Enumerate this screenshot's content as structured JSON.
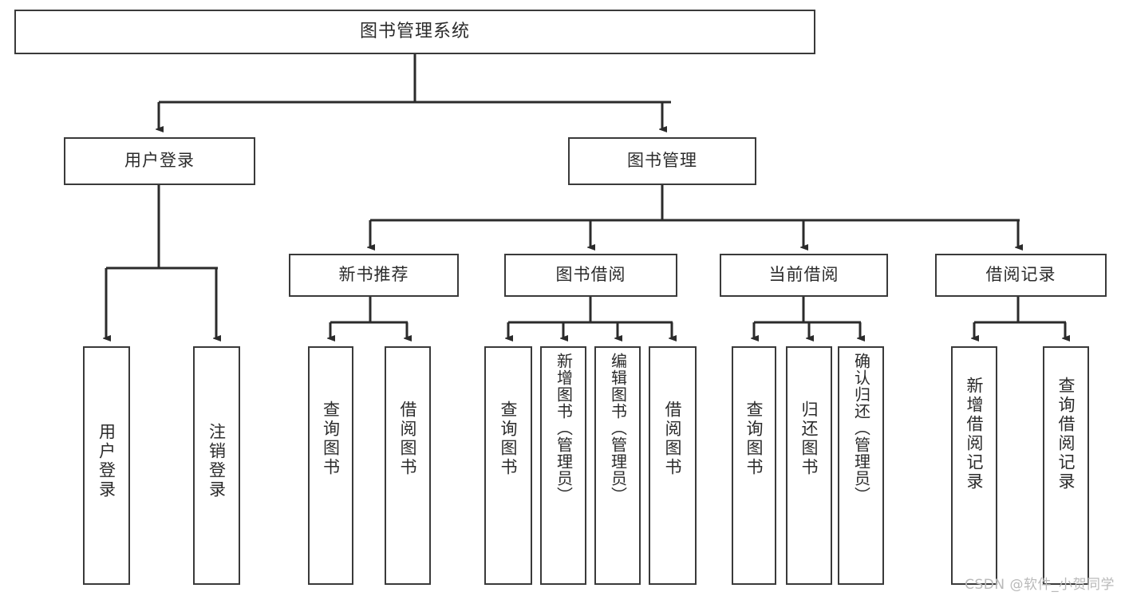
{
  "diagram": {
    "title": "图书管理系统",
    "type": "tree",
    "watermark": "CSDN @软件_小贺同学",
    "colors": {
      "box_border": "#3a3a3a",
      "box_fill": "#ffffff",
      "edge": "#2b2b2b",
      "text": "#2b2b2b",
      "watermark": "#b9b9b9",
      "background": "#ffffff"
    },
    "nodes": {
      "root": {
        "label": "图书管理系统"
      },
      "level2": [
        {
          "label": "用户登录"
        },
        {
          "label": "图书管理"
        }
      ],
      "level3": [
        {
          "label": "新书推荐"
        },
        {
          "label": "图书借阅"
        },
        {
          "label": "当前借阅"
        },
        {
          "label": "借阅记录"
        }
      ],
      "leaves": {
        "user_login": [
          {
            "label": "用户登录"
          },
          {
            "label": "注销登录"
          }
        ],
        "new_book_recommend": [
          {
            "label": "查询图书"
          },
          {
            "label": "借阅图书"
          }
        ],
        "book_borrow": [
          {
            "label": "查询图书"
          },
          {
            "label": "新增图书（管理员）"
          },
          {
            "label": "编辑图书（管理员）"
          },
          {
            "label": "借阅图书"
          }
        ],
        "current_borrow": [
          {
            "label": "查询图书"
          },
          {
            "label": "归还图书"
          },
          {
            "label": "确认归还（管理员）"
          }
        ],
        "borrow_record": [
          {
            "label": "新增借阅记录"
          },
          {
            "label": "查询借阅记录"
          }
        ]
      }
    }
  }
}
